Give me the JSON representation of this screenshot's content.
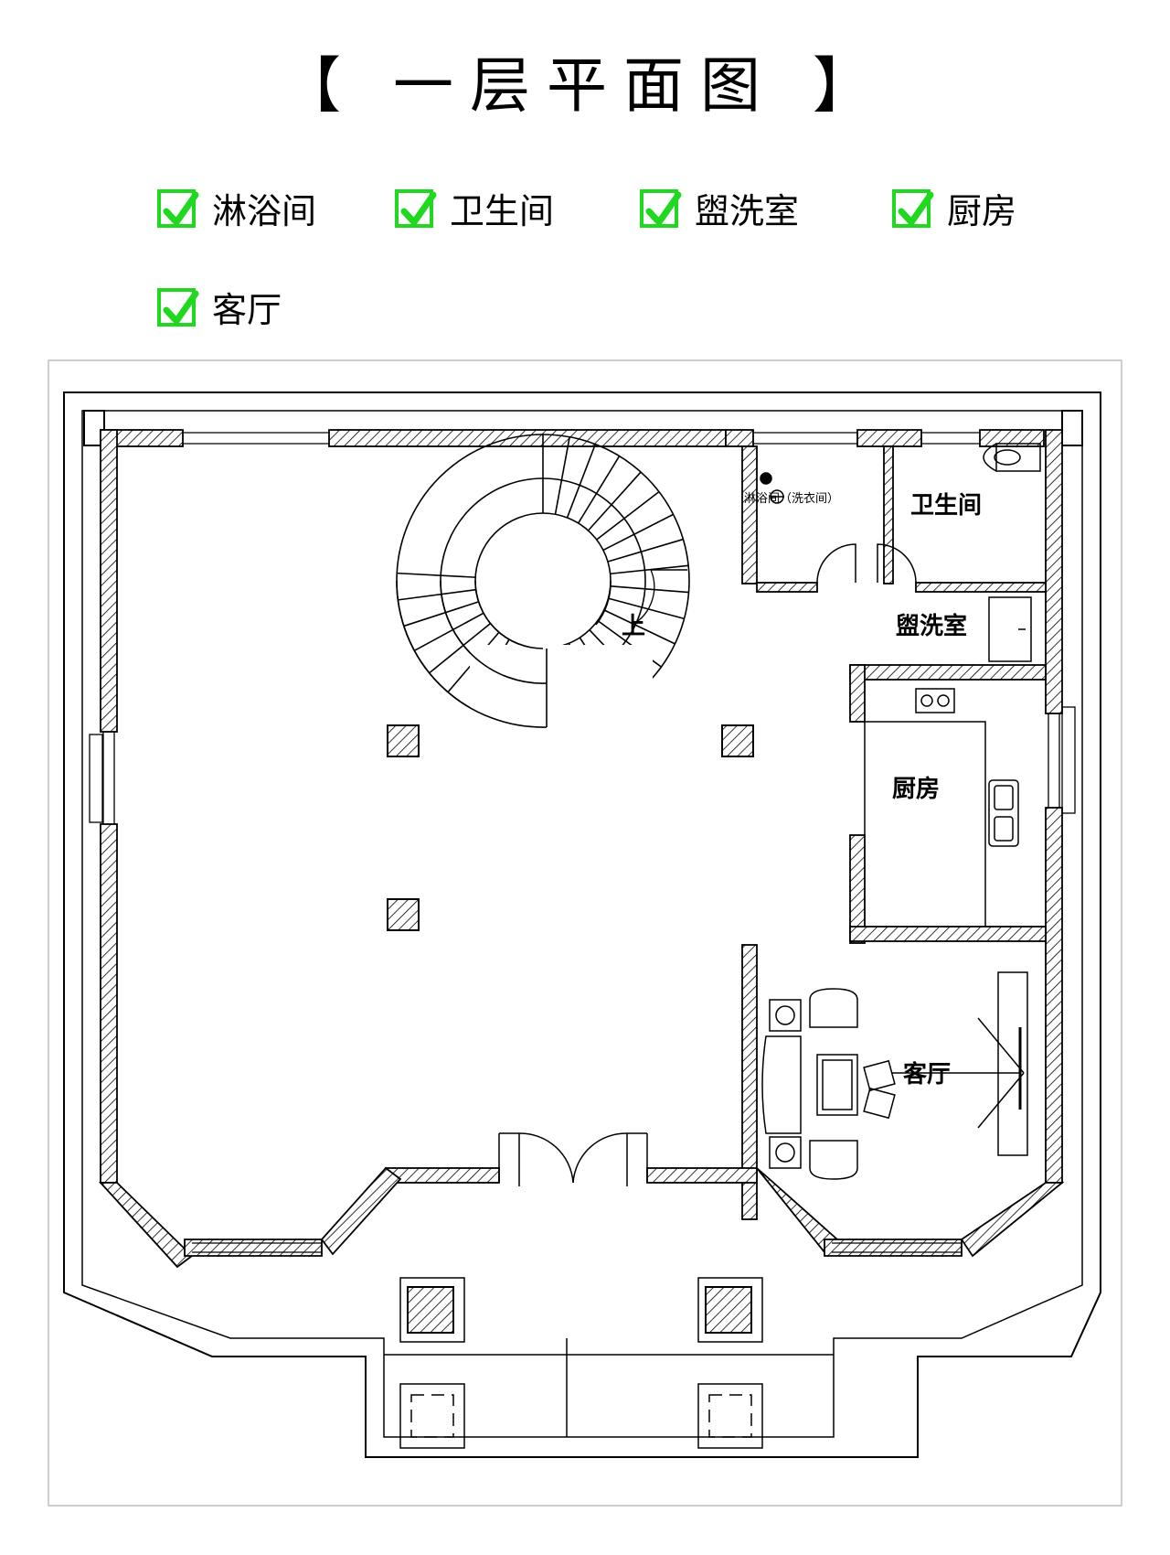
{
  "title": "【 一层平面图 】",
  "legend": [
    {
      "label": "淋浴间",
      "checked": true
    },
    {
      "label": "卫生间",
      "checked": true
    },
    {
      "label": "盥洗室",
      "checked": true
    },
    {
      "label": "厨房",
      "checked": true
    },
    {
      "label": "客厅",
      "checked": true
    }
  ],
  "plan": {
    "rooms": {
      "shower": "淋浴间（洗衣间）",
      "toilet": "卫生间",
      "washroom": "盥洗室",
      "kitchen": "厨房",
      "living": "客厅"
    },
    "stair_up": "上"
  },
  "colors": {
    "check": "#1fd81f",
    "frame": "#cfcfcf",
    "line": "#000000"
  }
}
